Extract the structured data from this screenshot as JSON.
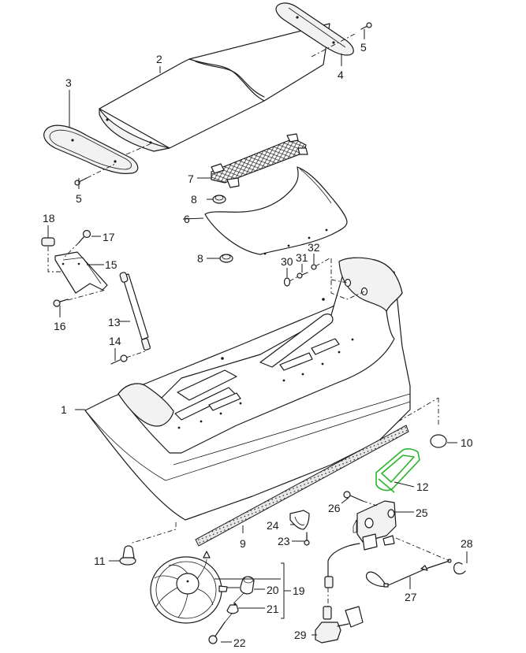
{
  "diagram": {
    "title": "Rear lid / rear spoiler exploded parts diagram",
    "highlight_color": "#2bb52b",
    "highlighted_part": "12",
    "callouts": [
      {
        "id": "c1",
        "label": "1",
        "part": "rear lid"
      },
      {
        "id": "c2",
        "label": "2",
        "part": "spoiler blade"
      },
      {
        "id": "c3",
        "label": "3",
        "part": "spoiler end plate left"
      },
      {
        "id": "c4",
        "label": "4",
        "part": "spoiler end plate right"
      },
      {
        "id": "c5a",
        "label": "5",
        "part": "screw"
      },
      {
        "id": "c5b",
        "label": "5",
        "part": "screw"
      },
      {
        "id": "c6",
        "label": "6",
        "part": "air intake trim"
      },
      {
        "id": "c7",
        "label": "7",
        "part": "grille"
      },
      {
        "id": "c8a",
        "label": "8",
        "part": "clip nut"
      },
      {
        "id": "c8b",
        "label": "8",
        "part": "clip nut"
      },
      {
        "id": "c9",
        "label": "9",
        "part": "seal strip"
      },
      {
        "id": "c10",
        "label": "10",
        "part": "plug"
      },
      {
        "id": "c11",
        "label": "11",
        "part": "rubber buffer"
      },
      {
        "id": "c12",
        "label": "12",
        "part": "gasket"
      },
      {
        "id": "c13",
        "label": "13",
        "part": "gas strut"
      },
      {
        "id": "c14",
        "label": "14",
        "part": "ball stud"
      },
      {
        "id": "c15",
        "label": "15",
        "part": "hinge"
      },
      {
        "id": "c16",
        "label": "16",
        "part": "bolt"
      },
      {
        "id": "c17",
        "label": "17",
        "part": "bolt"
      },
      {
        "id": "c18",
        "label": "18",
        "part": "cap"
      },
      {
        "id": "c19",
        "label": "19",
        "part": "fan assembly"
      },
      {
        "id": "c20",
        "label": "20",
        "part": "grommet"
      },
      {
        "id": "c21",
        "label": "21",
        "part": "spacer sleeve"
      },
      {
        "id": "c22",
        "label": "22",
        "part": "bolt"
      },
      {
        "id": "c23",
        "label": "23",
        "part": "screw"
      },
      {
        "id": "c24",
        "label": "24",
        "part": "striker"
      },
      {
        "id": "c25",
        "label": "25",
        "part": "lock"
      },
      {
        "id": "c26",
        "label": "26",
        "part": "bolt"
      },
      {
        "id": "c27",
        "label": "27",
        "part": "release cable"
      },
      {
        "id": "c28",
        "label": "28",
        "part": "retaining clip"
      },
      {
        "id": "c29",
        "label": "29",
        "part": "switch"
      },
      {
        "id": "c30",
        "label": "30",
        "part": "washer"
      },
      {
        "id": "c31",
        "label": "31",
        "part": "screw"
      },
      {
        "id": "c32",
        "label": "32",
        "part": "nut"
      }
    ]
  }
}
